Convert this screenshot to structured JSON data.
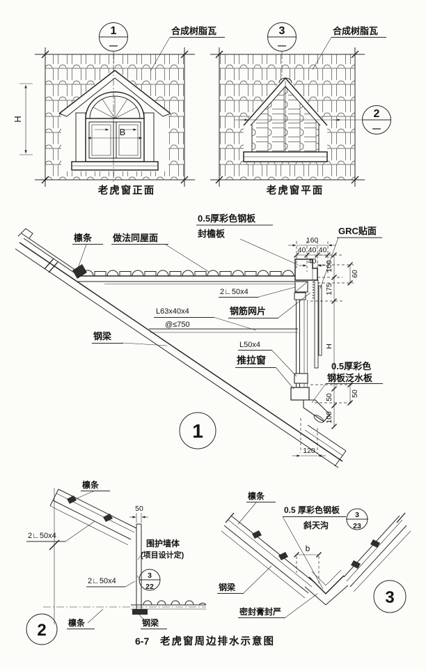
{
  "figure": {
    "caption_number": "6-7",
    "caption_title": "老虎窗周边排水示意图"
  },
  "front_view": {
    "title": "老虎窗正面",
    "tile_label": "合成树脂瓦",
    "marker": {
      "num": "1",
      "page": "—"
    },
    "dim_h": "H",
    "dim_b": "B"
  },
  "plan_view": {
    "title": "老虎窗平面",
    "tile_label": "合成树脂瓦",
    "marker_top": {
      "num": "3",
      "page": "—"
    },
    "marker_side": {
      "num": "2",
      "page": "—"
    }
  },
  "section1": {
    "bubble": "1",
    "labels": {
      "purlin": "檩条",
      "same_as_roof": "做法同屋面",
      "fascia1": "0.5厚彩色钢板",
      "fascia2": "封檐板",
      "grc": "GRC贴面",
      "double_angle": "2∟50x4",
      "rebar_mesh": "钢筋网片",
      "angle63": "L63x40x4",
      "spacing750": "@≤750",
      "steel_beam": "钢梁",
      "angle50": "L50x4",
      "sliding_window": "推拉窗",
      "flashing1": "0.5厚彩色",
      "flashing2": "钢板泛水板"
    },
    "dims": {
      "d160": "160",
      "d40a": "40",
      "d40b": "40",
      "d40c": "40",
      "d40d": "40",
      "d100": "100",
      "d60": "60",
      "d175": "175",
      "dH": "H",
      "d50a": "50",
      "d50b": "50",
      "d100b": "100",
      "d120": "120"
    }
  },
  "detail2": {
    "bubble": "2",
    "ref": {
      "num": "3",
      "page": "22"
    },
    "labels": {
      "purlin_top": "檩条",
      "dim50": "50",
      "double_angle_a": "2∟50x4",
      "wall1": "围护墙体",
      "wall2": "(项目设计定)",
      "double_angle_b": "2∟50x4",
      "purlin_bottom": "檩条",
      "steel_beam": "钢梁"
    }
  },
  "detail3": {
    "bubble": "3",
    "ref": {
      "num": "3",
      "page": "23"
    },
    "labels": {
      "purlin": "檩条",
      "gutter1": "0.5 厚彩色钢板",
      "gutter2": "斜天沟",
      "dim_b": "b",
      "steel_beam": "钢梁",
      "sealant": "密封膏封严"
    }
  }
}
